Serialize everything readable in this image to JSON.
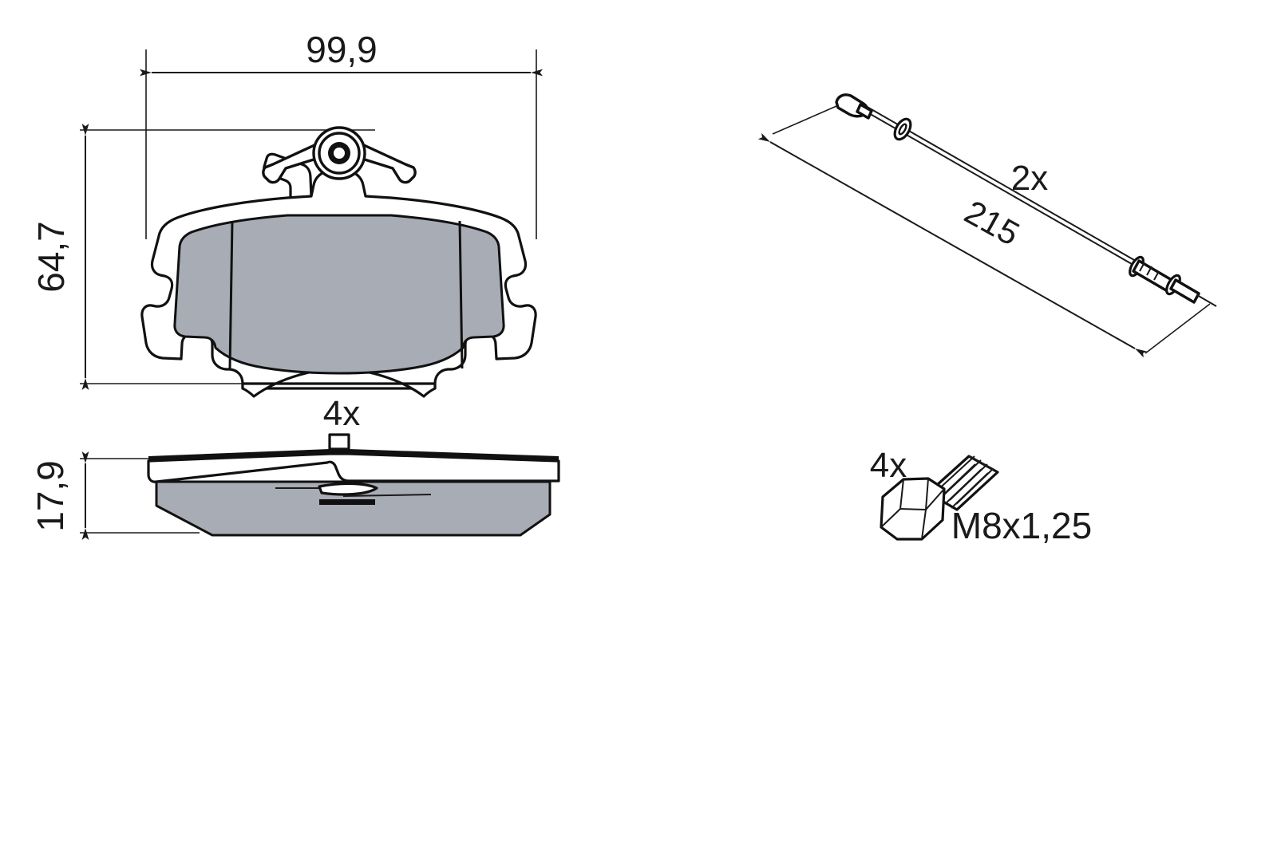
{
  "document": {
    "kind": "technical-exploded-parts-drawing",
    "subject": "disc brake pad set",
    "background_color": "#ffffff",
    "line_color": "#1a1a1a",
    "friction_material_color": "#a8acb5",
    "backing_plate_color": "#ffffff"
  },
  "views": {
    "pad_front": {
      "name": "brake-pad-front-view",
      "quantity_label": "4x",
      "width_dimension": {
        "value": "99,9",
        "orientation": "horizontal",
        "position": "above"
      },
      "height_dimension": {
        "value": "64,7",
        "orientation": "vertical-rotated",
        "position": "left"
      },
      "features": [
        "retaining-spring-clip",
        "central-pin-hole",
        "friction-material-segments",
        "mounting-ears"
      ]
    },
    "pad_side": {
      "name": "brake-pad-side-view",
      "thickness_dimension": {
        "value": "17,9",
        "orientation": "vertical-rotated",
        "position": "left"
      },
      "features": [
        "backing-plate",
        "friction-block-chamfered",
        "center-tab",
        "wear-sensor-wire"
      ]
    },
    "wear_sensor": {
      "name": "brake-wear-sensor",
      "quantity_label": "2x",
      "length_dimension": {
        "value": "215",
        "orientation": "rotated-along-axis"
      },
      "features": [
        "connector-end",
        "grommet-ring",
        "probe-tip"
      ]
    },
    "bolt": {
      "name": "hex-bolt",
      "quantity_label": "4x",
      "thread_spec": "M8x1,25",
      "features": [
        "hex-head",
        "threaded-shank"
      ]
    }
  }
}
